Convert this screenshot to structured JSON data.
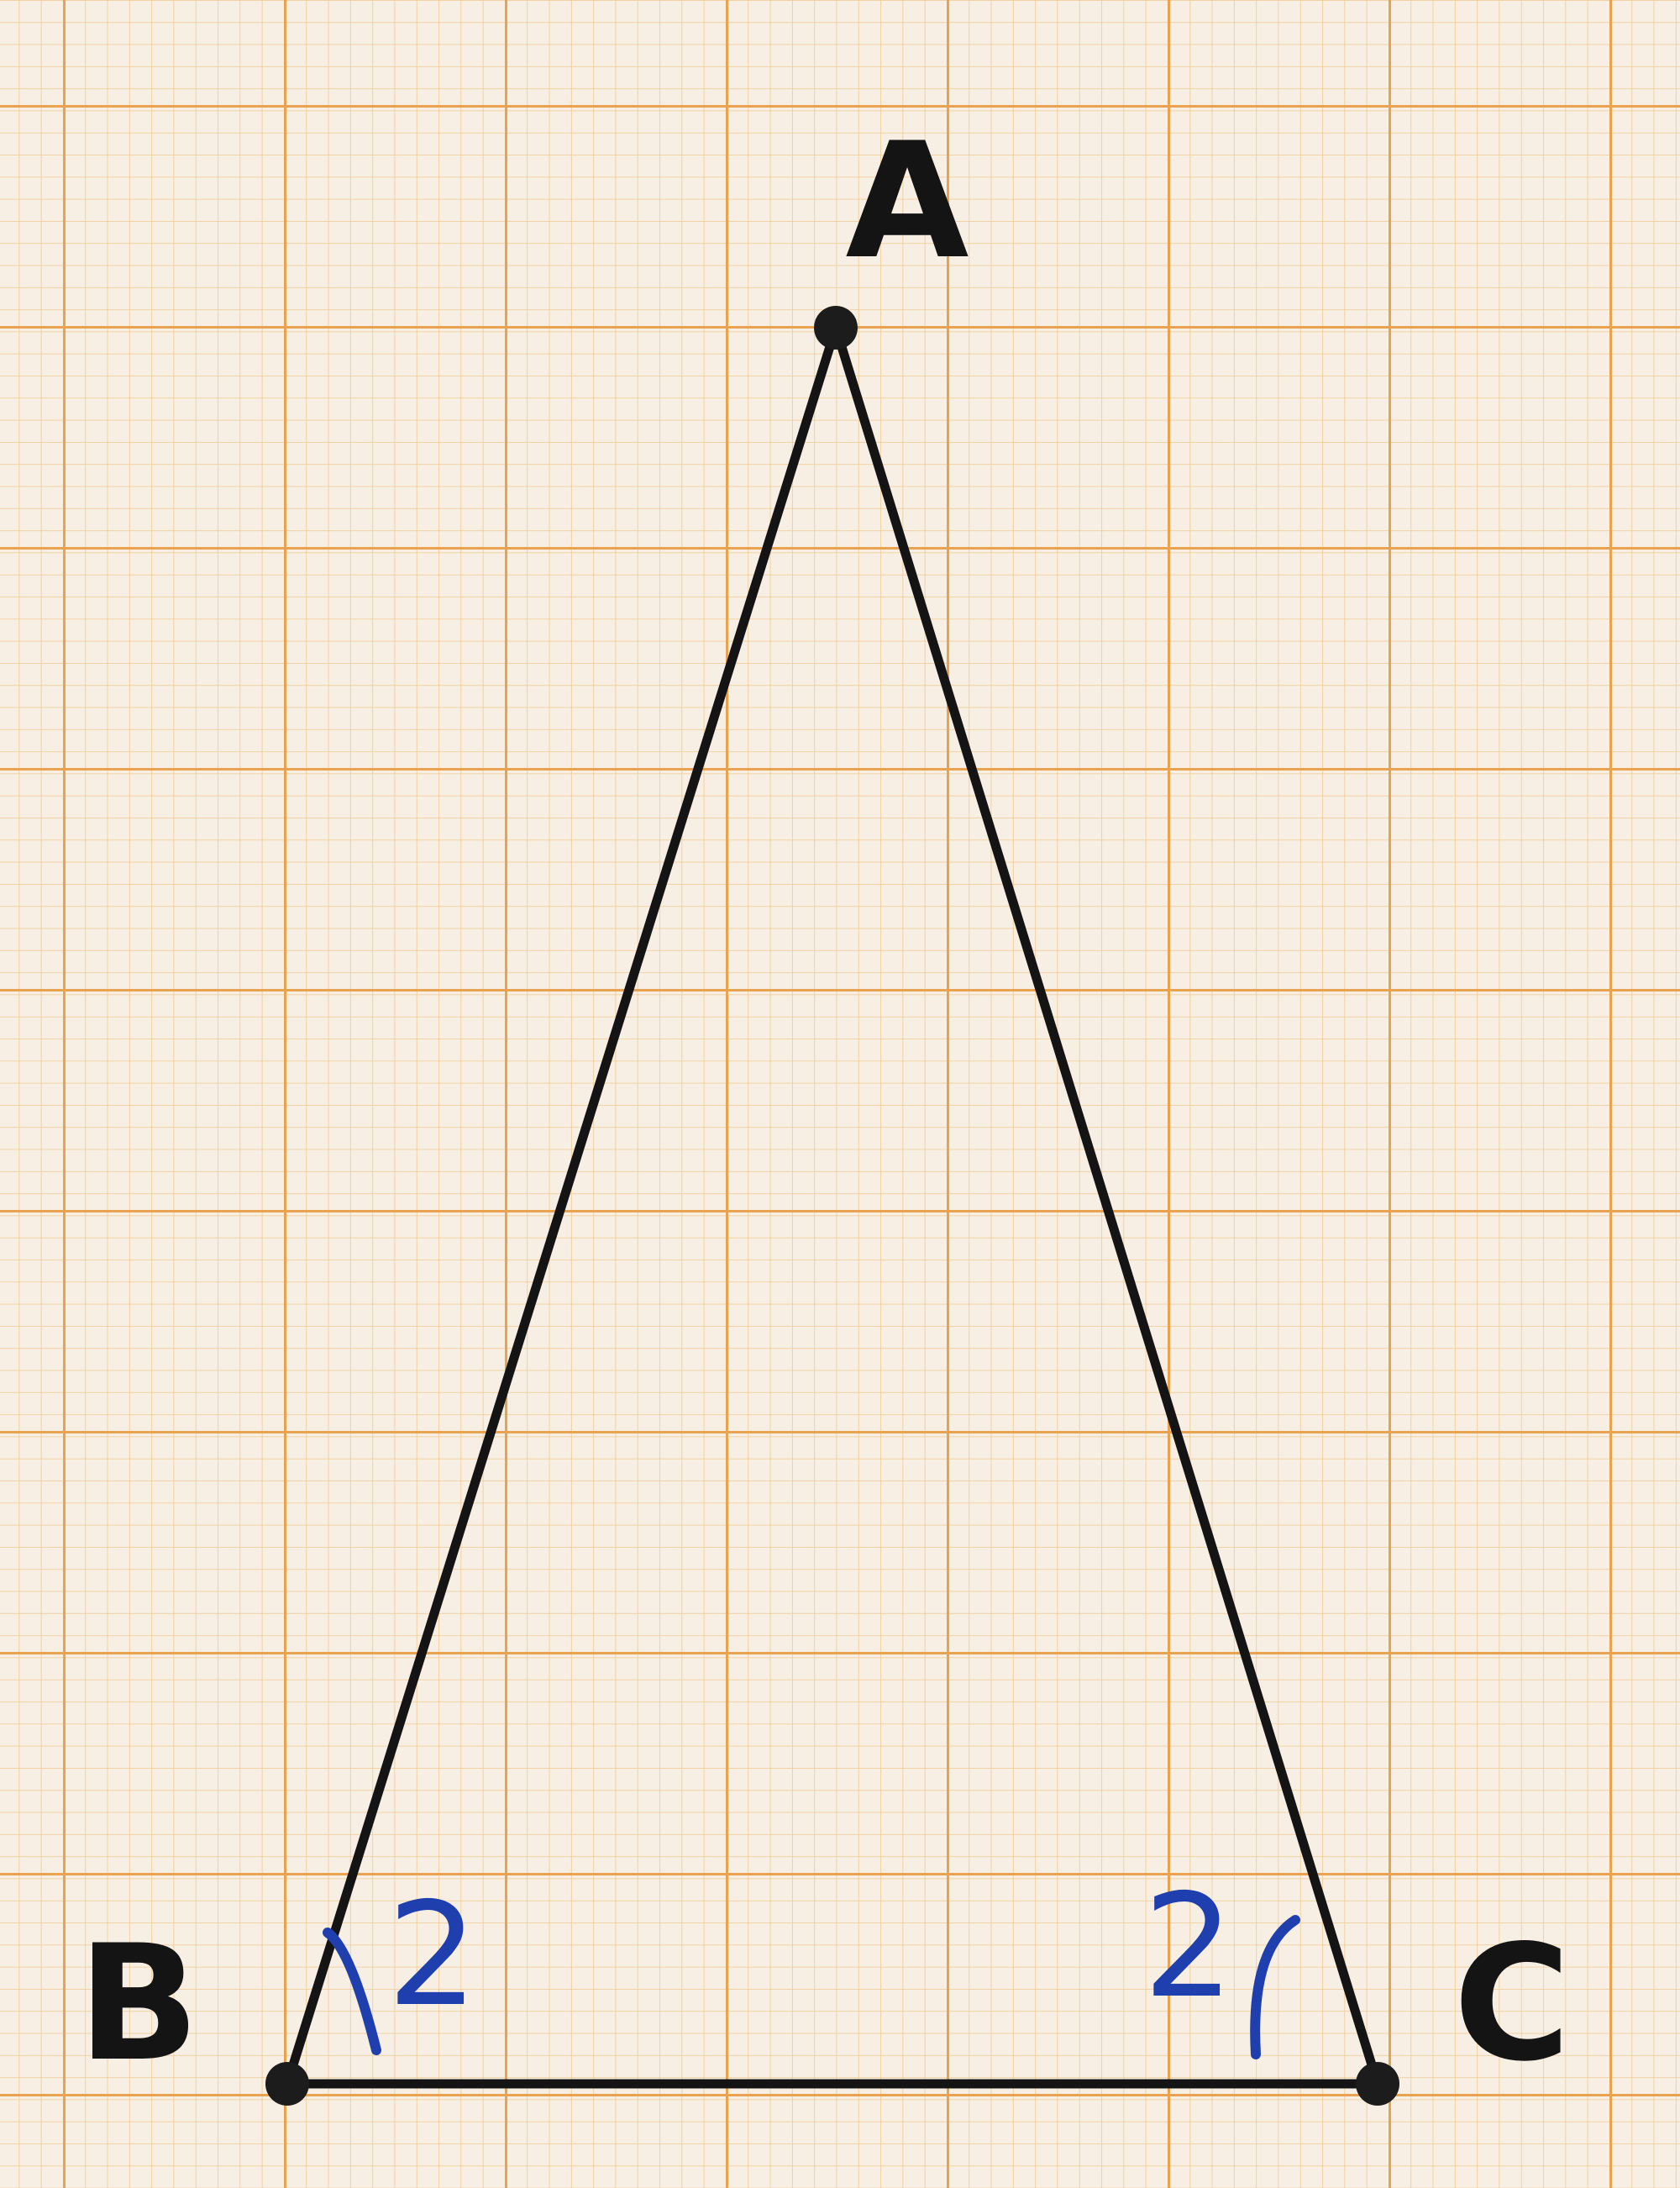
{
  "diagram": {
    "type": "isosceles-triangle-on-graph-paper",
    "vertices": {
      "A": {
        "label": "A"
      },
      "B": {
        "label": "B"
      },
      "C": {
        "label": "C"
      }
    },
    "angle_marks": {
      "B": {
        "symbol": "2"
      },
      "C": {
        "symbol": "2"
      }
    },
    "colors": {
      "paper": "#f7efe3",
      "grid_major": "#e9a24f",
      "grid_minor": "#f0c98f",
      "ink": "#141414",
      "angle_ink": "#1f3fae"
    }
  }
}
